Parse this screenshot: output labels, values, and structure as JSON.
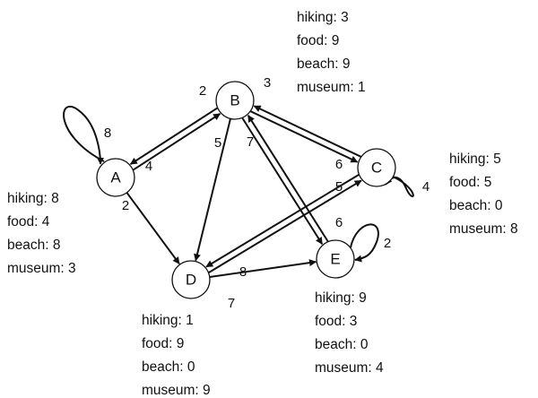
{
  "graph": {
    "nodes": [
      {
        "id": "A",
        "label": "A",
        "attributes": {
          "hiking": 8,
          "food": 4,
          "beach": 8,
          "museum": 3
        }
      },
      {
        "id": "B",
        "label": "B",
        "attributes": {
          "hiking": 3,
          "food": 9,
          "beach": 9,
          "museum": 1
        }
      },
      {
        "id": "C",
        "label": "C",
        "attributes": {
          "hiking": 5,
          "food": 5,
          "beach": 0,
          "museum": 8
        }
      },
      {
        "id": "D",
        "label": "D",
        "attributes": {
          "hiking": 1,
          "food": 9,
          "beach": 0,
          "museum": 9
        }
      },
      {
        "id": "E",
        "label": "E",
        "attributes": {
          "hiking": 9,
          "food": 3,
          "beach": 0,
          "museum": 4
        }
      }
    ],
    "attribute_labels": {
      "hiking": "hiking",
      "food": "food",
      "beach": "beach",
      "museum": "museum"
    },
    "edges": [
      {
        "from": "A",
        "to": "A",
        "weight": 8
      },
      {
        "from": "A",
        "to": "B",
        "weight": 4
      },
      {
        "from": "B",
        "to": "A",
        "weight": 2
      },
      {
        "from": "A",
        "to": "D",
        "weight": 2
      },
      {
        "from": "B",
        "to": "C",
        "weight": 3
      },
      {
        "from": "C",
        "to": "B",
        "weight": 6
      },
      {
        "from": "B",
        "to": "D",
        "weight": 5
      },
      {
        "from": "B",
        "to": "E",
        "weight": 7
      },
      {
        "from": "E",
        "to": "B",
        "weight": 6
      },
      {
        "from": "C",
        "to": "C",
        "weight": 4
      },
      {
        "from": "C",
        "to": "D",
        "weight": 5
      },
      {
        "from": "D",
        "to": "C",
        "weight": 8
      },
      {
        "from": "D",
        "to": "E",
        "weight": 7
      },
      {
        "from": "E",
        "to": "E",
        "weight": 2
      }
    ]
  }
}
